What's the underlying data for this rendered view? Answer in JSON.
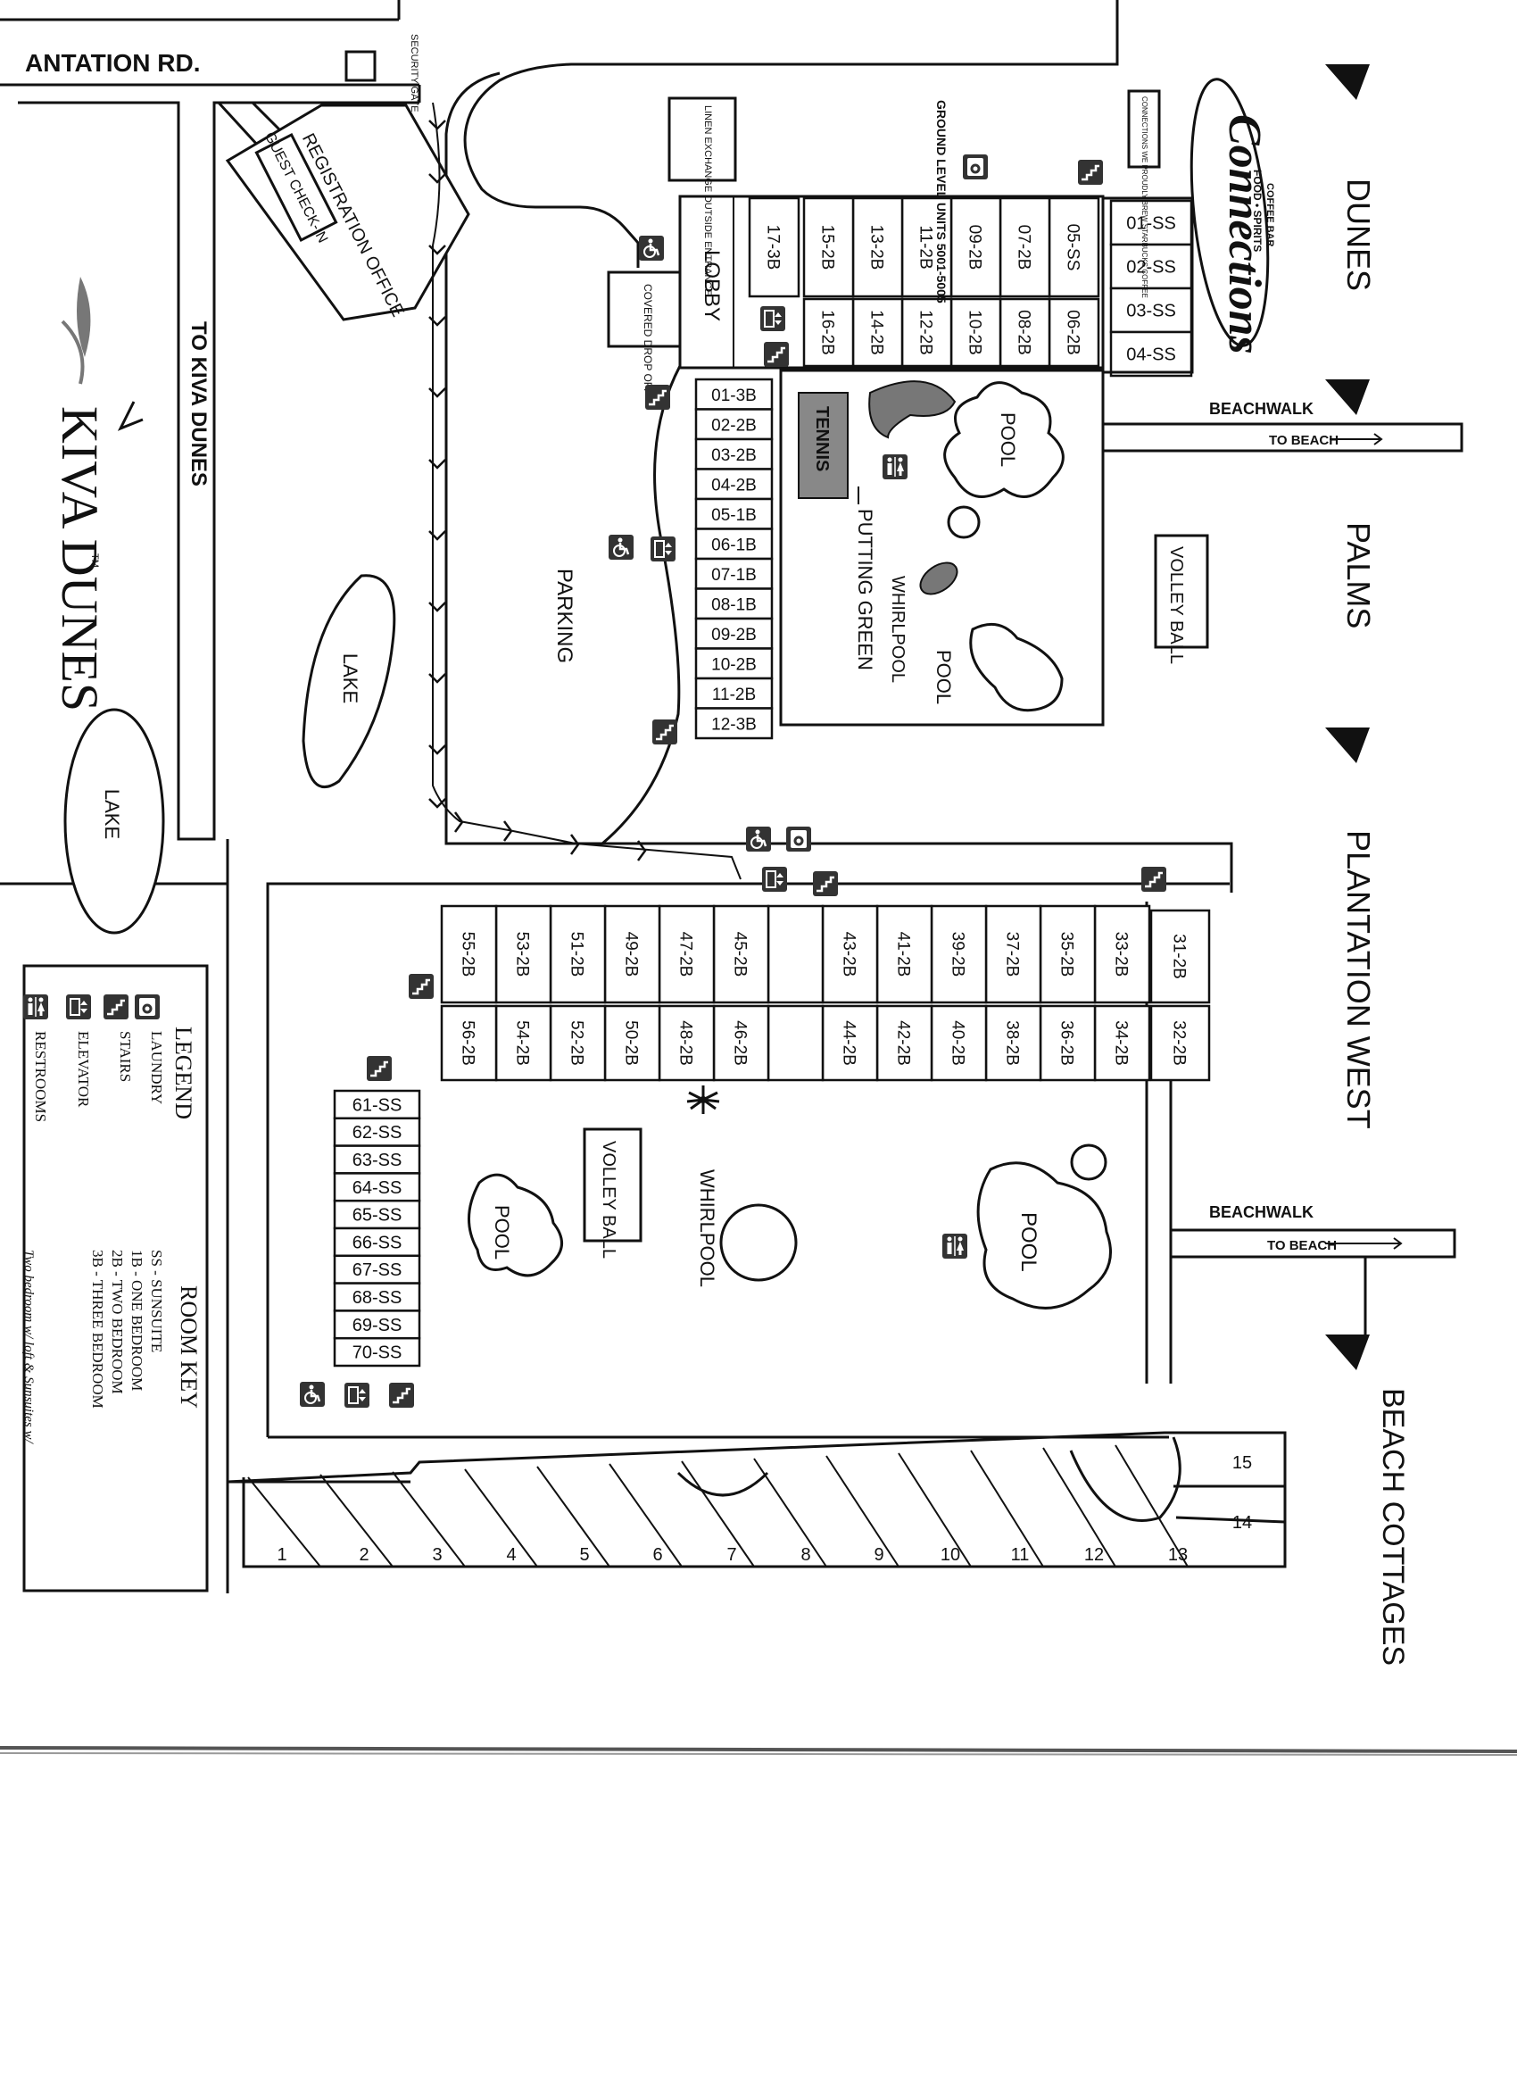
{
  "map": {
    "road_label": "ANTATION RD.",
    "gate_label": "SECURITY GATE",
    "registration_label": "REGISTRATION OFFICE",
    "guest_checkin_label": "GUEST CHECK-IN",
    "to_kiva_label": "TO KIVA DUNES",
    "lake_label": "LAKE",
    "parking_label": "PARKING",
    "lobby_label": "LOBBY",
    "covered_dropoff_label": "COVERED DROP OFF",
    "linen_label": "LINEN EXCHANGE OUTSIDE ENTRANCE",
    "ground_units_label": "GROUND LEVEL UNITS 5001-5005",
    "connections_note": "CONNECTIONS WE PROUDLY BREW STARBUCKS COFFEE",
    "connections_name": "Connections",
    "connections_tag_top": "COFFEE BAR",
    "connections_tag_bottom": "FOOD • SPIRITS",
    "tennis_label": "TENNIS",
    "putting_green_label": "PUTTING GREEN",
    "whirlpool_label": "WHIRLPOOL",
    "pool_label": "POOL",
    "volleyball_label": "VOLLEY BALL",
    "beachwalk_label": "BEACHWALK",
    "to_beach_label": "TO BEACH",
    "brand_name": "KIVA DUNES",
    "tm": "TM"
  },
  "sections": [
    "DUNES",
    "PALMS",
    "PLANTATION WEST",
    "BEACH COTTAGES"
  ],
  "dunes_units": {
    "row1": [
      "05-SS",
      "07-2B",
      "09-2B",
      "11-2B",
      "13-2B",
      "15-2B",
      "17-3B"
    ],
    "row2": [
      "06-2B",
      "08-2B",
      "10-2B",
      "12-2B",
      "14-2B",
      "16-2B"
    ],
    "ss": [
      "01-SS",
      "02-SS",
      "03-SS",
      "04-SS"
    ]
  },
  "palms_units": [
    "01-3B",
    "02-2B",
    "03-2B",
    "04-2B",
    "05-1B",
    "06-1B",
    "07-1B",
    "08-1B",
    "09-2B",
    "10-2B",
    "11-2B",
    "12-3B"
  ],
  "plantation_units": {
    "row1": [
      "33-2B",
      "35-2B",
      "37-2B",
      "39-2B",
      "41-2B",
      "43-2B",
      "",
      "45-2B",
      "47-2B",
      "49-2B",
      "51-2B",
      "53-2B",
      "55-2B"
    ],
    "row2": [
      "34-2B",
      "36-2B",
      "38-2B",
      "40-2B",
      "42-2B",
      "44-2B",
      "",
      "46-2B",
      "48-2B",
      "50-2B",
      "52-2B",
      "54-2B",
      "56-2B"
    ],
    "end": [
      "31-2B",
      "32-2B"
    ],
    "ss": [
      "61-SS",
      "62-SS",
      "63-SS",
      "64-SS",
      "65-SS",
      "66-SS",
      "67-SS",
      "68-SS",
      "69-SS",
      "70-SS"
    ]
  },
  "cottages": [
    "1",
    "2",
    "3",
    "4",
    "5",
    "6",
    "7",
    "8",
    "9",
    "10",
    "11",
    "12",
    "13",
    "14",
    "15"
  ],
  "legend": {
    "title": "LEGEND",
    "items": [
      "LAUNDRY",
      "STAIRS",
      "ELEVATOR",
      "RESTROOMS"
    ]
  },
  "room_key": {
    "title": "ROOM KEY",
    "items": [
      "SS - SUNSUITE",
      "1B - ONE BEDROOM",
      "2B - TWO BEDROOM",
      "3B - THREE BEDROOM"
    ],
    "note": "Two bedroom w/ loft & Sunsuites w/"
  },
  "icons": [
    "laundry-icon",
    "stairs-icon",
    "elevator-icon",
    "restrooms-icon",
    "accessible-icon",
    "palm-tree-icon",
    "section-marker-icon"
  ]
}
